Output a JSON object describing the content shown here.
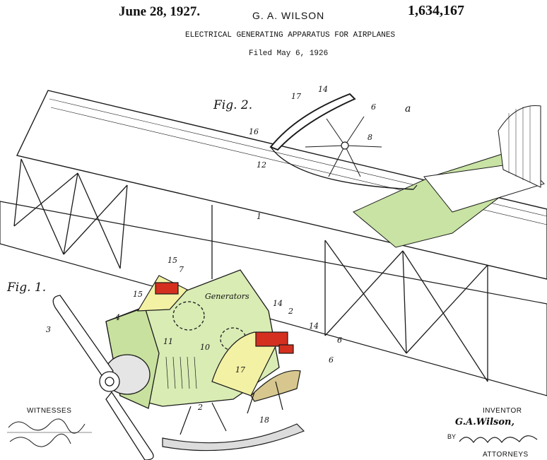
{
  "header": {
    "date": "June 28, 1927.",
    "inventor": "G. A. WILSON",
    "patent_number": "1,634,167",
    "title": "ELECTRICAL GENERATING APPARATUS FOR AIRPLANES",
    "filed": "Filed May 6, 1926"
  },
  "figures": {
    "fig1_label": "Fig. 1.",
    "fig2_label": "Fig. 2."
  },
  "annotations": {
    "generators": "Generators",
    "ref_1": "1",
    "ref_2": "2",
    "ref_3": "3",
    "ref_4": "4",
    "ref_6": "6",
    "ref_7": "7",
    "ref_8": "8",
    "ref_10": "10",
    "ref_11": "11",
    "ref_12": "12",
    "ref_14": "14",
    "ref_15": "15",
    "ref_16": "16",
    "ref_17": "17",
    "ref_18": "18",
    "ref_a": "a"
  },
  "footer": {
    "witnesses": "WITNESSES",
    "inventor_label": "INVENTOR",
    "inventor_name": "G.A.Wilson,",
    "by": "BY",
    "attorneys_label": "ATTORNEYS"
  },
  "colors": {
    "fuselage": "#d9ecb4",
    "tail": "#c8e3a3",
    "scoop": "#f3f1a4",
    "generator_red": "#d42f1f",
    "line": "#1a1a1a"
  }
}
